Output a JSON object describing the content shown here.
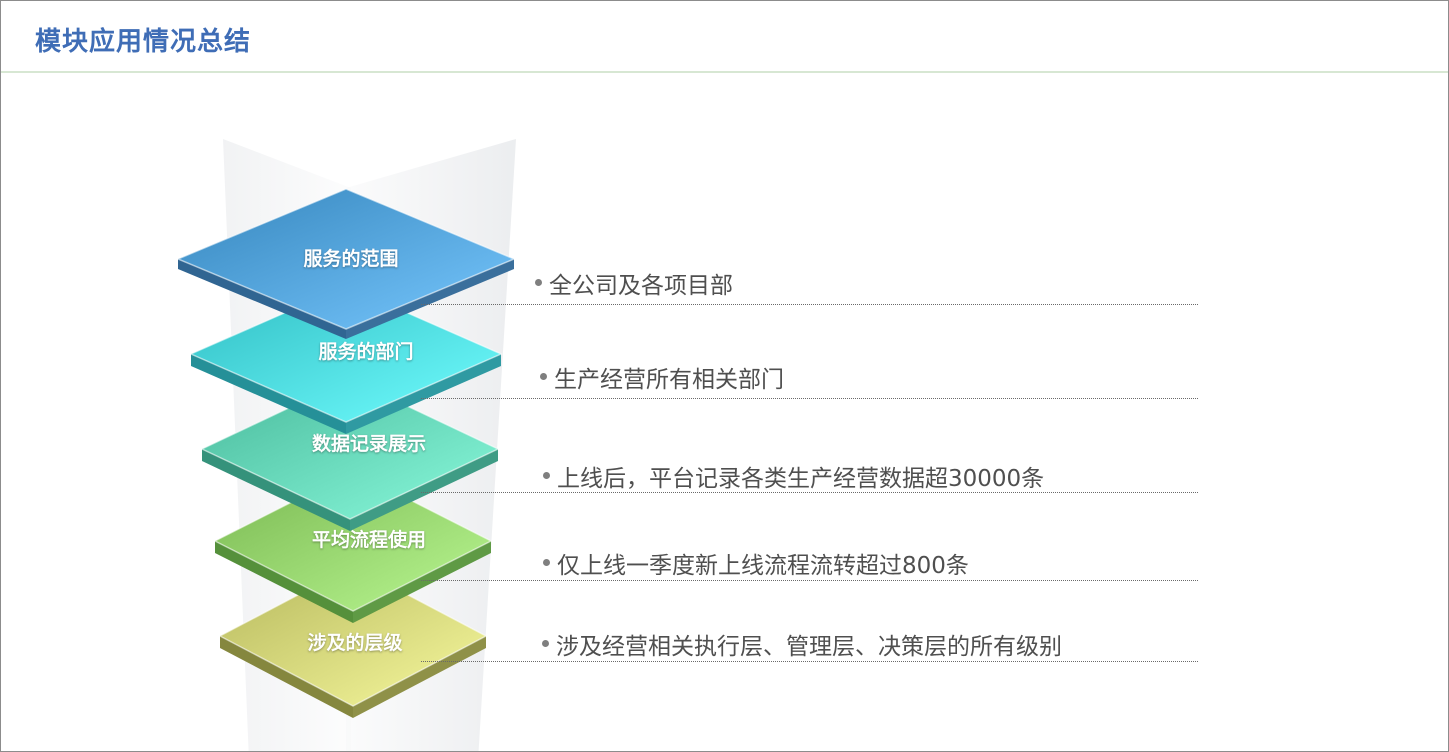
{
  "title": "模块应用情况总结",
  "layers": [
    {
      "label": "服务的范围",
      "top_color": "#4f9fd6",
      "side_color": "#3a6f9c"
    },
    {
      "label": "服务的部门",
      "top_color": "#49d6dc",
      "side_color": "#2f9aa2"
    },
    {
      "label": "数据记录展示",
      "top_color": "#62d2b4",
      "side_color": "#3f9c85"
    },
    {
      "label": "平均流程使用",
      "top_color": "#92d06a",
      "side_color": "#5f9a45"
    },
    {
      "label": "涉及的层级",
      "top_color": "#cfd176",
      "side_color": "#8f9148"
    }
  ],
  "items": [
    {
      "text": "全公司及各项目部"
    },
    {
      "text": "生产经营所有相关部门"
    },
    {
      "text": "上线后，平台记录各类生产经营数据超30000条"
    },
    {
      "text": "仅上线一季度新上线流程流转超过800条"
    },
    {
      "text": "涉及经营相关执行层、管理层、决策层的所有级别"
    }
  ]
}
